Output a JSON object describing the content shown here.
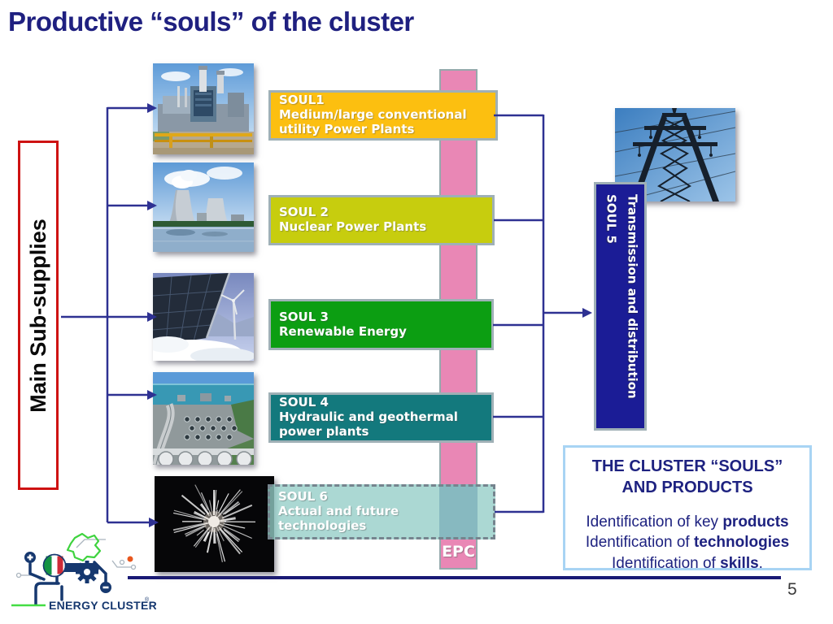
{
  "slide": {
    "title": "Productive “souls” of the cluster",
    "page_number": "5"
  },
  "left_panel": {
    "label": "Main Sub-supplies"
  },
  "souls": [
    {
      "name": "SOUL1",
      "desc": "Medium/large conventional utility Power Plants",
      "color": "#FCBF10"
    },
    {
      "name": "SOUL 2",
      "desc": "Nuclear Power Plants",
      "color": "#C7CD0E"
    },
    {
      "name": "SOUL 3",
      "desc": "Renewable Energy",
      "color": "#0C9E12"
    },
    {
      "name": "SOUL 4",
      "desc": "Hydraulic and geothermal power plants",
      "color": "#13797D"
    },
    {
      "name": "SOUL 6",
      "desc": "Actual and future technologies",
      "color": "#93CDC7"
    }
  ],
  "soul5": {
    "name": "SOUL 5",
    "desc": "Transmission and distribution",
    "color": "#1B1C96"
  },
  "epc": {
    "label": "EPC",
    "color": "#E987B5"
  },
  "cluster_box": {
    "title_line1": "THE CLUSTER “SOULS”",
    "title_line2": "AND PRODUCTS",
    "items": [
      {
        "prefix": "Identification of key ",
        "bold": "products",
        "suffix": ""
      },
      {
        "prefix": "Identification of ",
        "bold": "technologies",
        "suffix": ""
      },
      {
        "prefix": "Identification of ",
        "bold": "skills",
        "suffix": "."
      }
    ]
  },
  "photos": {
    "photo1": "conventional-utility-power-plant-photo",
    "photo2": "nuclear-power-plant-cooling-towers-photo",
    "photo3": "solar-panels-and-wind-turbine-photo",
    "photo4": "hydraulic-power-plant-photo",
    "photo5": "technology-sparks-photo",
    "photo_soul5": "transmission-tower-photo"
  },
  "logo": {
    "text": "ENERGY CLUSTER",
    "trademark": "®"
  },
  "colors": {
    "title": "#1F2080",
    "connector": "#2E3192",
    "red_border": "#CE1212",
    "footer_line": "#1A1A75",
    "soul_border": "#9FB0B6",
    "cluster_border": "#A8D4F4"
  }
}
